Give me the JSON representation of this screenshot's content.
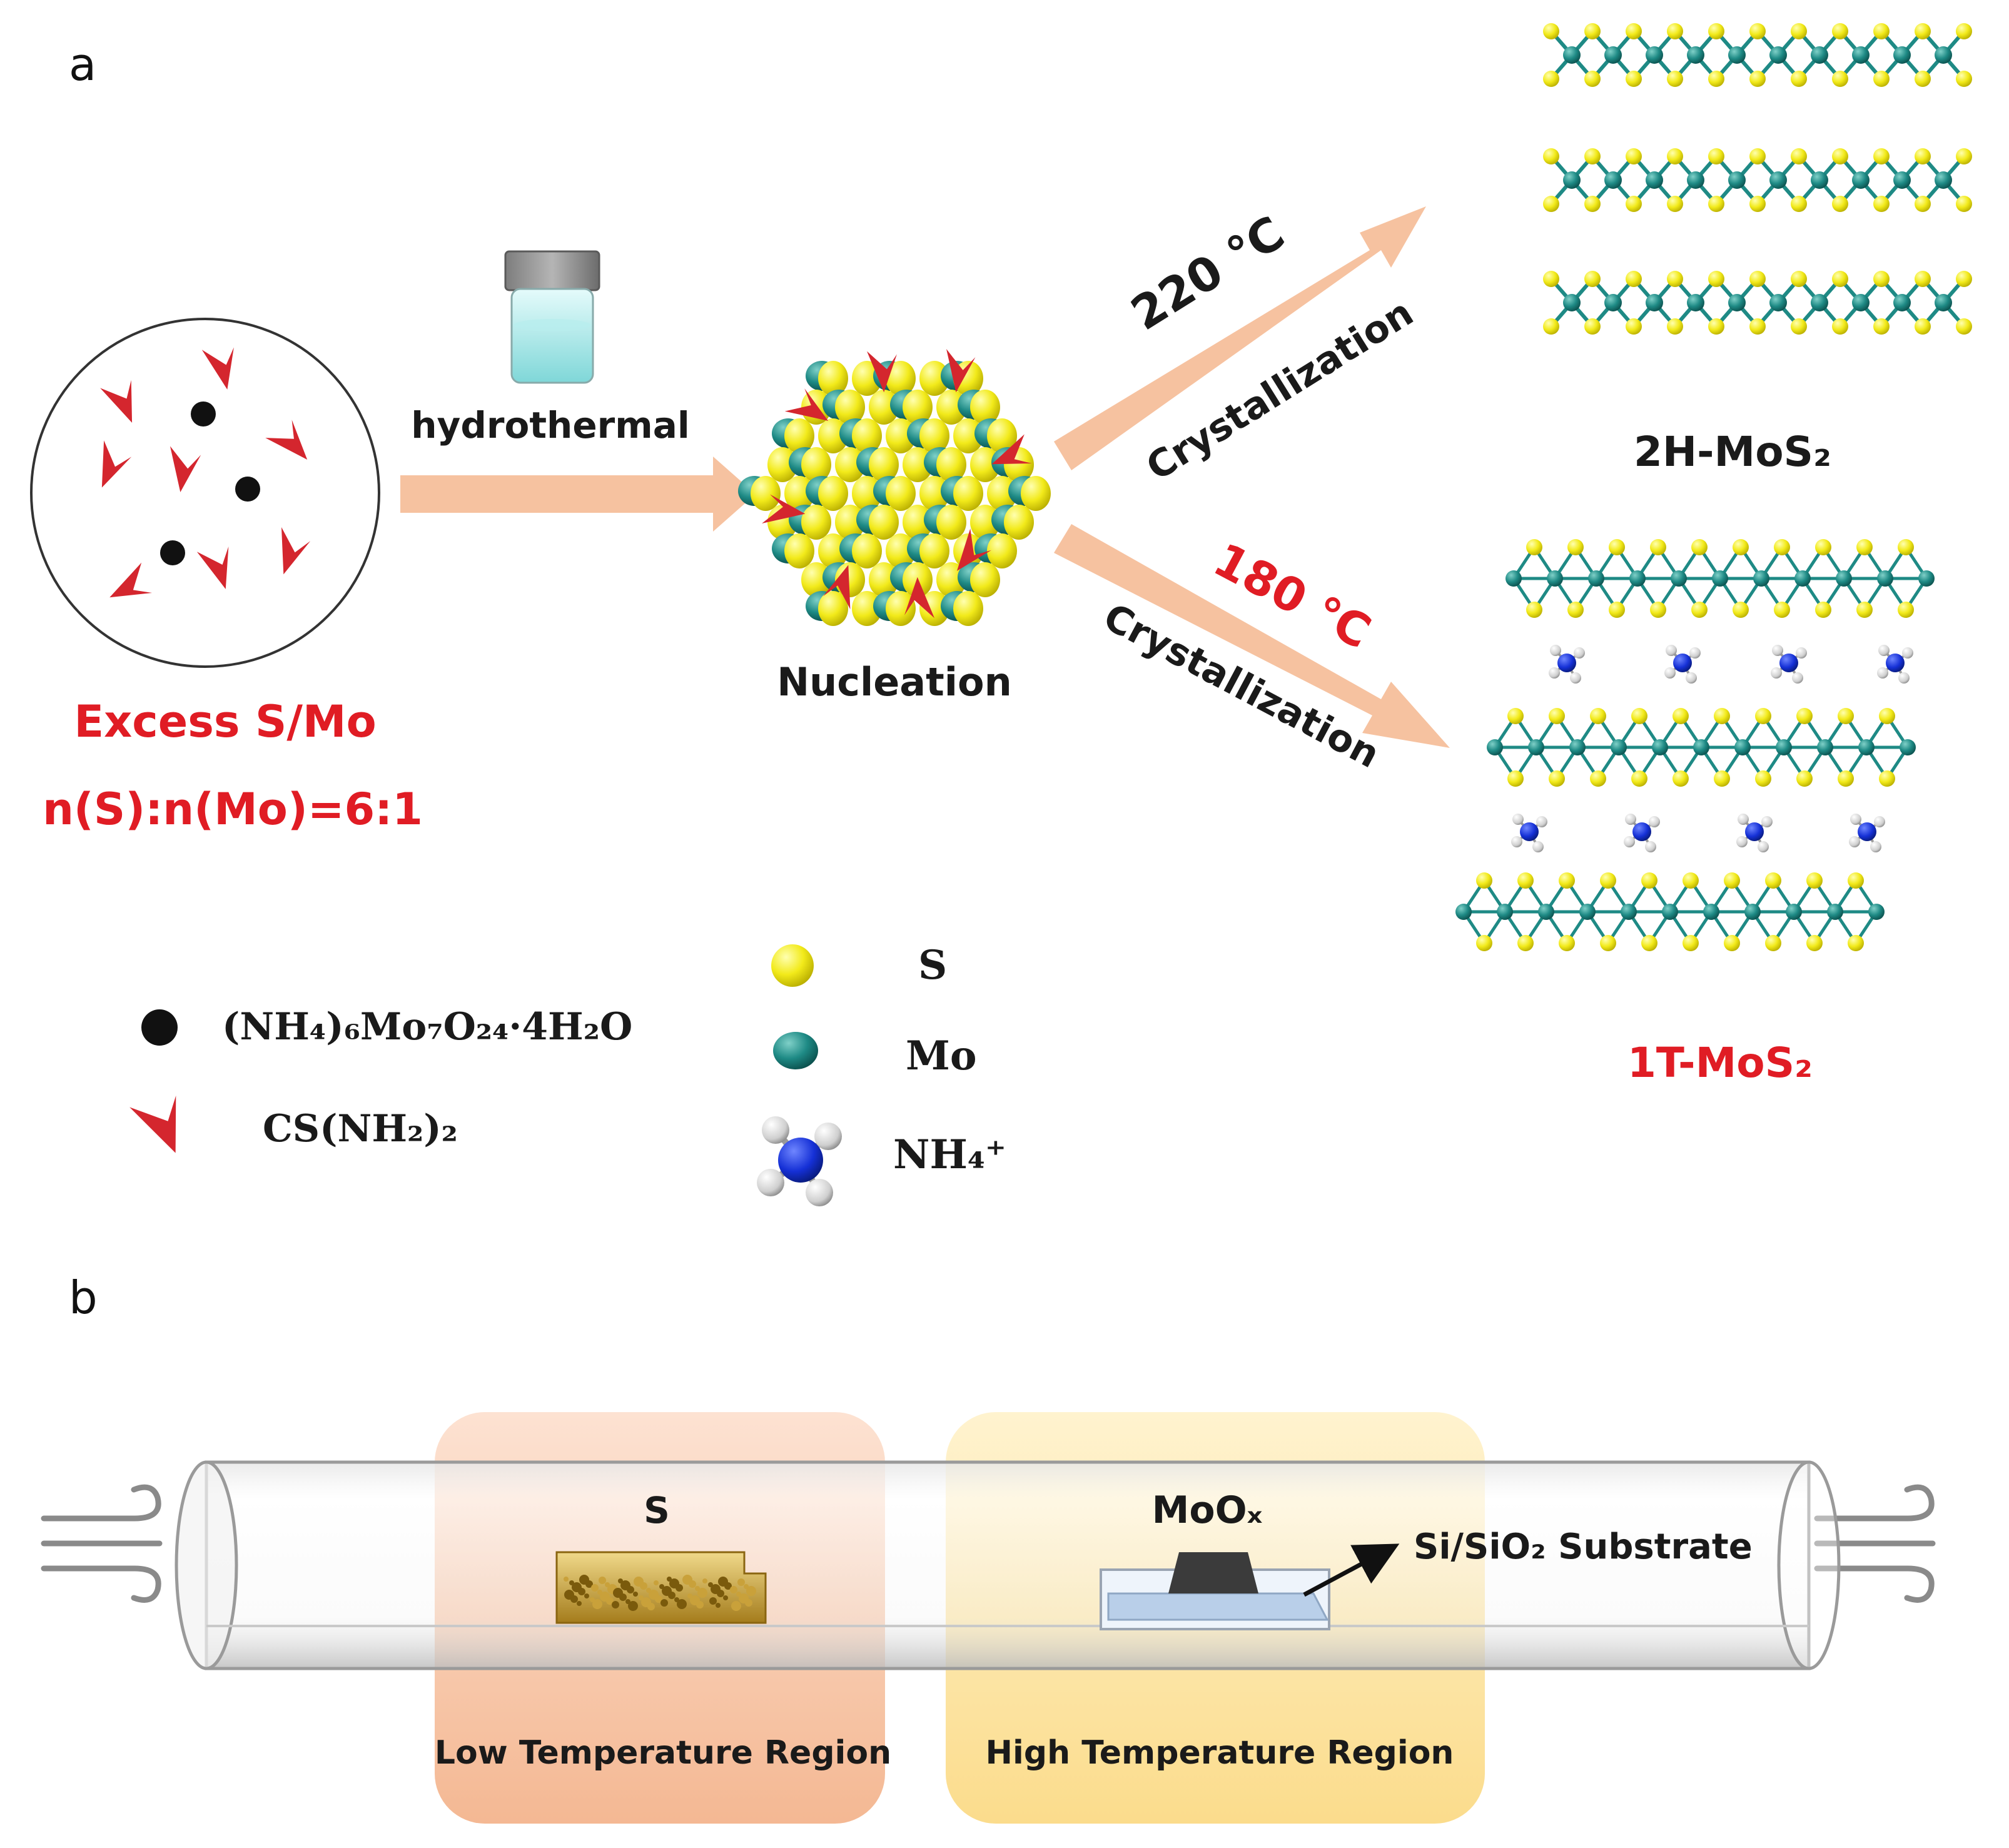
{
  "panel_a": {
    "label": "a",
    "precursor": {
      "line1": "Excess S/Mo",
      "line2": "n(S):n(Mo)=6:1"
    },
    "step_hydrothermal": "hydrothermal",
    "step_nucleation": "Nucleation",
    "branch_2h": {
      "temperature": "220 ℃",
      "process": "Crystallization",
      "product": "2H-MoS₂"
    },
    "branch_1t": {
      "temperature": "180 ℃",
      "process": "Crystallization",
      "product": "1T-MoS₂"
    },
    "legend_reagents": [
      {
        "symbol": "black-dot",
        "label": "(NH₄)₆Mo₇O₂₄·4H₂O"
      },
      {
        "symbol": "red-chevron",
        "label": "CS(NH₂)₂"
      }
    ],
    "legend_atoms": [
      {
        "symbol": "yellow-sphere",
        "label": "S"
      },
      {
        "symbol": "teal-sphere",
        "label": "Mo"
      },
      {
        "symbol": "ammonium",
        "label": "NH₄⁺"
      }
    ]
  },
  "panel_b": {
    "label": "b",
    "source_S": "S",
    "source_MoOx": "MoOₓ",
    "substrate": "Si/SiO₂ Substrate",
    "low_region": "Low Temperature Region",
    "high_region": "High Temperature Region"
  },
  "colors": {
    "red_text": "#e01c24",
    "arrow": "#f6c2a0",
    "sulfur": "#f2ea1a",
    "molybdenum": "#1e8a85",
    "nitrogen": "#1530d6",
    "low_region": "#f7c9ad",
    "high_region": "#fbe7a6"
  }
}
